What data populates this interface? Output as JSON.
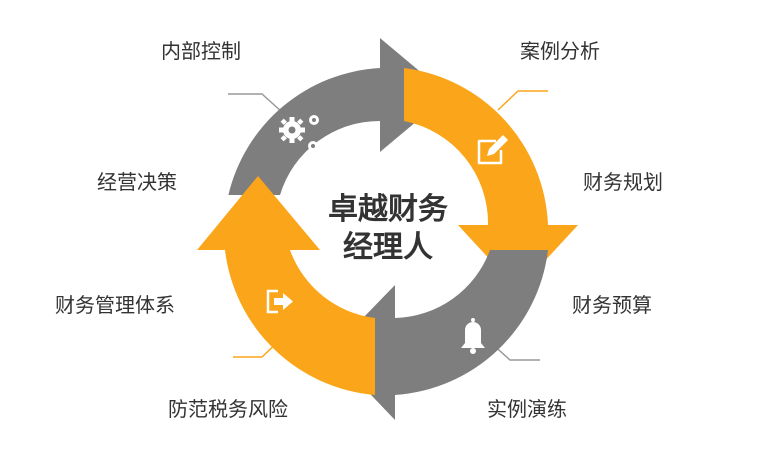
{
  "center": {
    "line1": "卓越财务",
    "line2": "经理人"
  },
  "labels": {
    "internal_control": "内部控制",
    "operating_decision": "经营决策",
    "finance_system": "财务管理体系",
    "tax_risk": "防范税务风险",
    "case_analysis": "案例分析",
    "finance_planning": "财务规划",
    "finance_budget": "财务预算",
    "practice_drill": "实例演练"
  },
  "colors": {
    "orange": "#FBA51A",
    "gray": "#7E7E7E",
    "text": "#333333",
    "leader_gray": "#999999",
    "icon": "#ffffff"
  },
  "icons": {
    "gray_top_left": "gears-icon",
    "orange_top_right": "edit-icon",
    "gray_bottom_right": "bell-icon",
    "orange_bottom_left": "exit-icon"
  }
}
